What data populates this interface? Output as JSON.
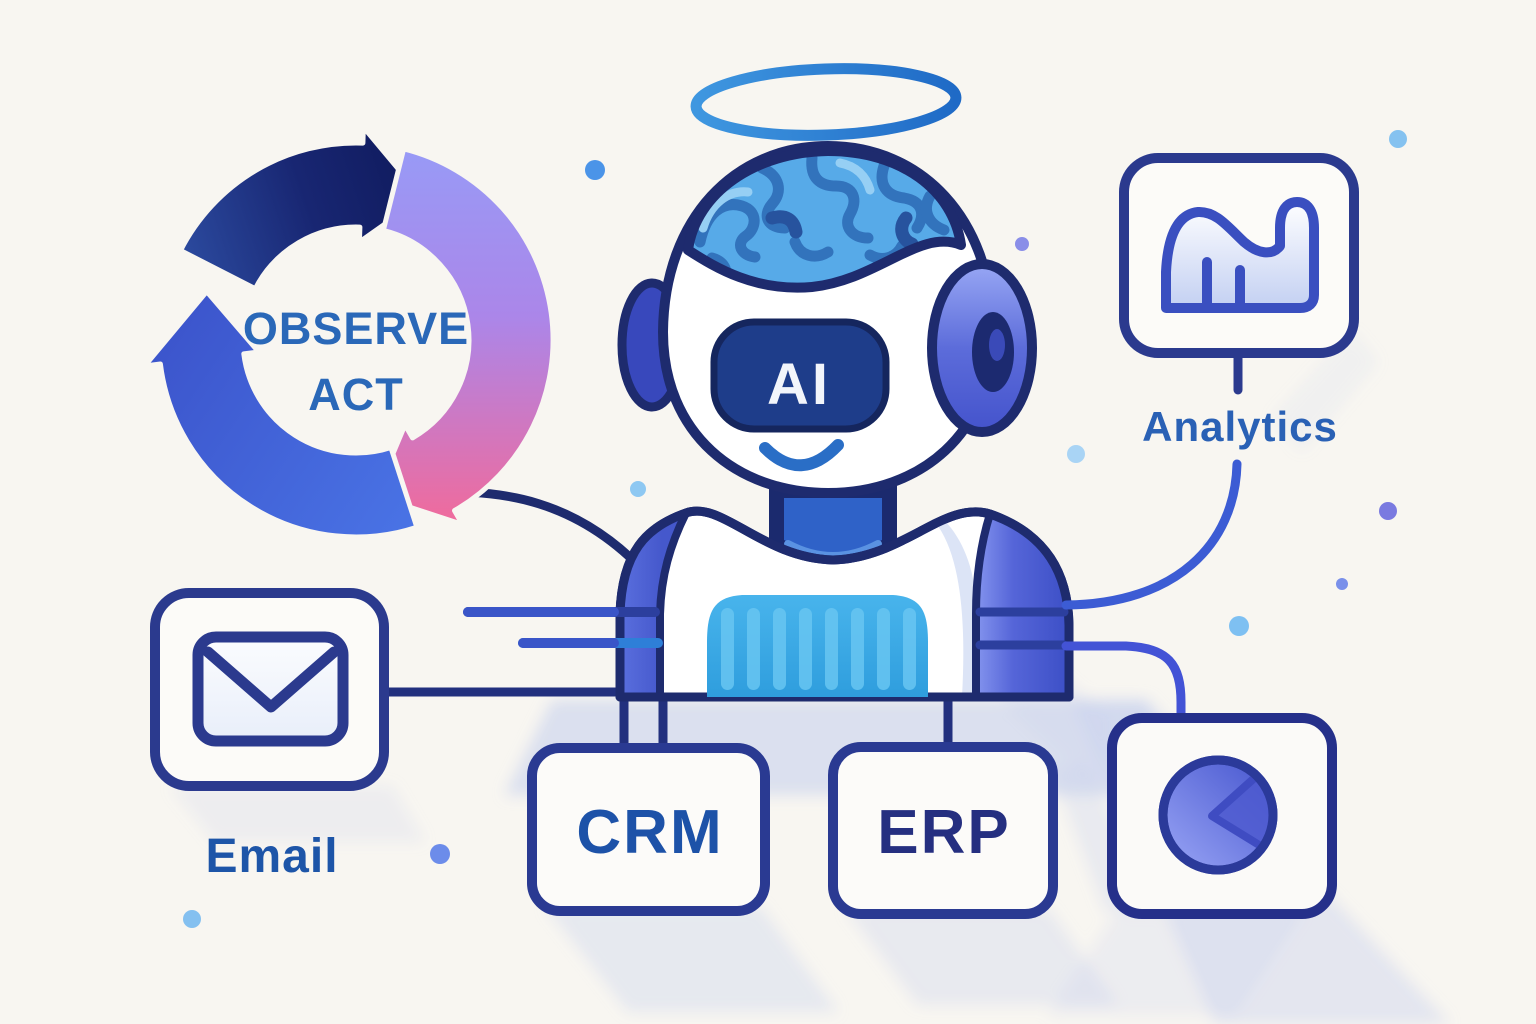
{
  "palette": {
    "background": "#f8f6f1",
    "outline_navy": "#1e2b6e",
    "connector_navy": "#22307e",
    "accent_blue": "#3c5cd4",
    "accent_indigo": "#4353d6",
    "light_blue": "#45b0e8",
    "violet": "#989af6",
    "pink": "#f0679c",
    "halo_blue": "#2f7fd2",
    "label_blue": "#2a68b8"
  },
  "cycle": {
    "line1": "OBSERVE",
    "line2": "ACT"
  },
  "robot": {
    "screen_label": "AI"
  },
  "nodes": {
    "analytics": {
      "label": "Analytics",
      "icon": "area-bar-chart-icon"
    },
    "email": {
      "label": "Email",
      "icon": "envelope-icon"
    },
    "crm": {
      "label": "CRM"
    },
    "erp": {
      "label": "ERP"
    },
    "pie": {
      "icon": "pie-chart-icon"
    }
  }
}
